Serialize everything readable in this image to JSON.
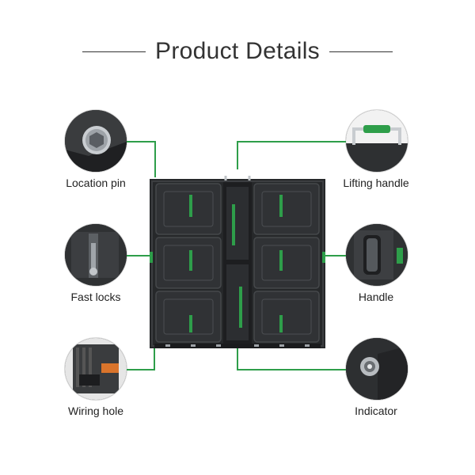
{
  "title": "Product Details",
  "labels": {
    "location_pin": "Location pin",
    "lifting_handle": "Lifting handle",
    "fast_locks": "Fast locks",
    "handle": "Handle",
    "wiring_hole": "Wiring hole",
    "indicator": "Indicator"
  },
  "colors": {
    "accent": "#2e9e4a",
    "panel": "#26282a",
    "text": "#333333"
  }
}
